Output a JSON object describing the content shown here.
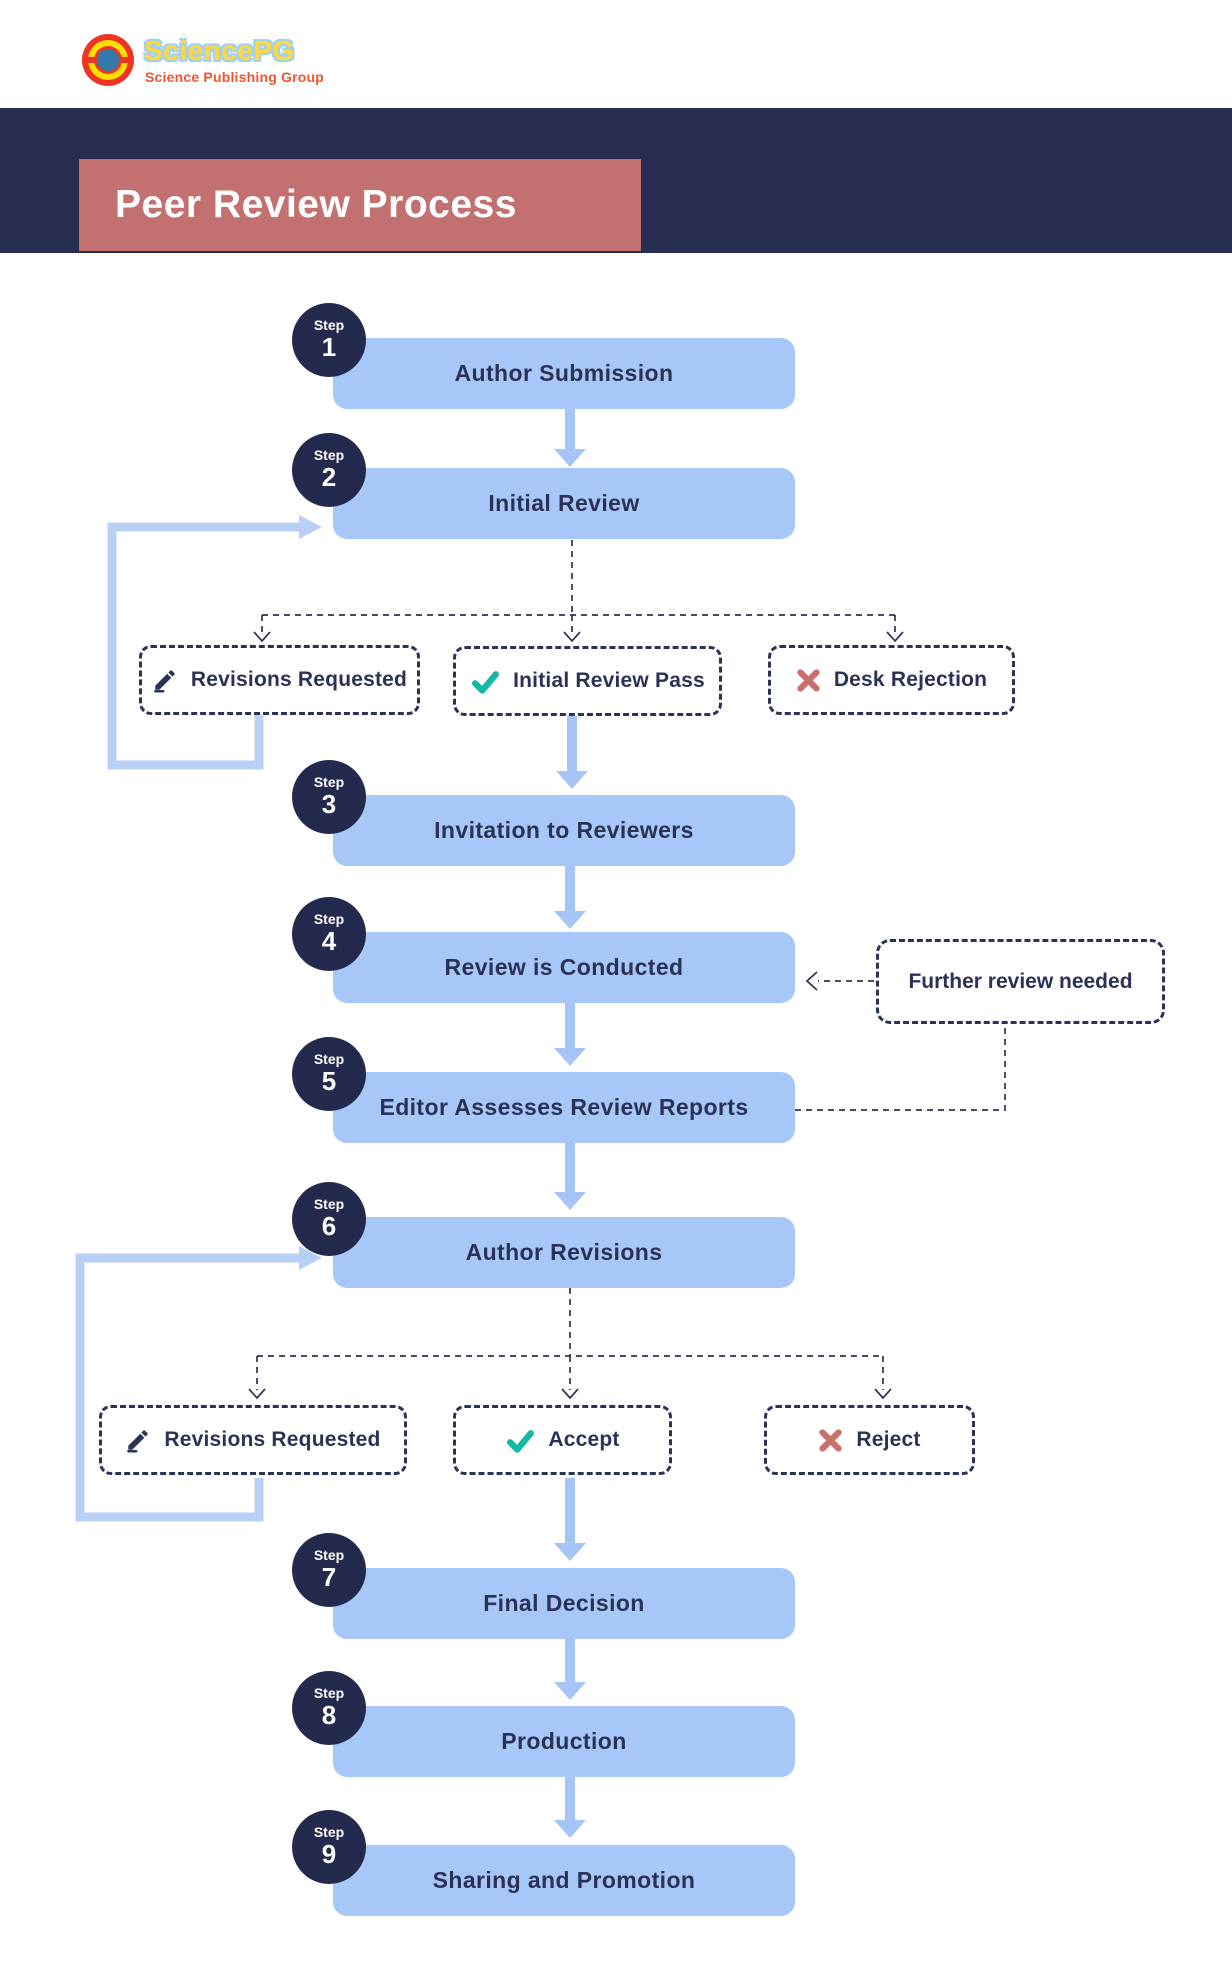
{
  "logo": {
    "brand": "SciencePG",
    "tagline": "Science Publishing Group"
  },
  "header": {
    "title": "Peer Review Process"
  },
  "steps": [
    {
      "badge": "Step",
      "number": "1",
      "title": "Author Submission"
    },
    {
      "badge": "Step",
      "number": "2",
      "title": "Initial Review"
    },
    {
      "badge": "Step",
      "number": "3",
      "title": "Invitation to Reviewers"
    },
    {
      "badge": "Step",
      "number": "4",
      "title": "Review is Conducted"
    },
    {
      "badge": "Step",
      "number": "5",
      "title": "Editor Assesses Review Reports"
    },
    {
      "badge": "Step",
      "number": "6",
      "title": "Author Revisions"
    },
    {
      "badge": "Step",
      "number": "7",
      "title": "Final Decision"
    },
    {
      "badge": "Step",
      "number": "8",
      "title": "Production"
    },
    {
      "badge": "Step",
      "number": "9",
      "title": "Sharing and Promotion"
    }
  ],
  "decisions_row1": [
    {
      "icon": "pen-icon",
      "label": "Revisions Requested"
    },
    {
      "icon": "check-icon",
      "label": "Initial Review Pass"
    },
    {
      "icon": "x-icon",
      "label": "Desk Rejection"
    }
  ],
  "decisions_row2": [
    {
      "icon": "pen-icon",
      "label": "Revisions Requested"
    },
    {
      "icon": "check-icon",
      "label": "Accept"
    },
    {
      "icon": "x-icon",
      "label": "Reject"
    }
  ],
  "callout": {
    "label": "Further review needed"
  },
  "colors": {
    "navy": "#272e52",
    "dashed_navy": "#2a3356",
    "box_blue": "#a6c7f7",
    "arrow_blue": "#a4c5f5",
    "loop_blue": "#b9d0f6",
    "rose": "#c37170",
    "teal": "#14b8a3"
  }
}
